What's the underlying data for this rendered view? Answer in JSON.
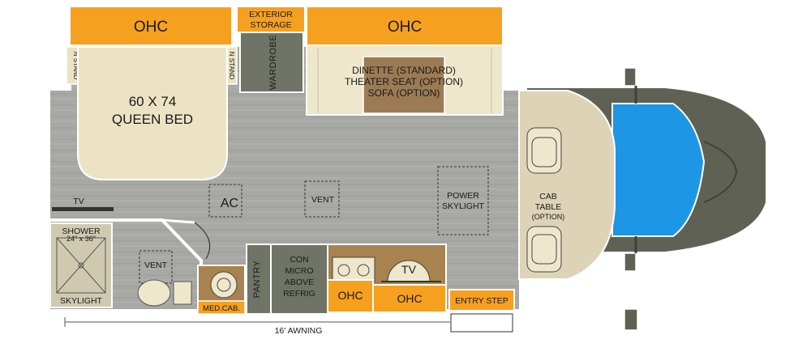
{
  "labels": {
    "ohc_left": "OHC",
    "ohc_right": "OHC",
    "exterior_storage_1": "EXTERIOR",
    "exterior_storage_2": "STORAGE",
    "wardrobe": "WARDROBE",
    "nightstand_left": "N STAND",
    "nightstand_right": "N STAND",
    "bed_size": "60 X 74",
    "bed_name": "QUEEN BED",
    "dinette_1": "DINETTE (STANDARD)",
    "dinette_2": "THEATER SEAT (OPTION)",
    "dinette_3": "SOFA (OPTION)",
    "ac": "AC",
    "vent_center": "VENT",
    "skylight_1": "POWER",
    "skylight_2": "SKYLIGHT",
    "tv_bedroom": "TV",
    "shower_1": "SHOWER",
    "shower_2": "24\" x 36\"",
    "shower_skylight": "SKYLIGHT",
    "vent_bath": "VENT",
    "med_cab": "MED.CAB.",
    "pantry": "PANTRY",
    "micro_1": "CON",
    "micro_2": "MICRO",
    "micro_3": "ABOVE",
    "micro_4": "REFRIG",
    "tv_kitchen": "TV",
    "ohc_kitchen_1": "OHC",
    "ohc_kitchen_2": "OHC",
    "entry_step": "ENTRY STEP",
    "cab_table_1": "CAB",
    "cab_table_2": "TABLE",
    "cab_table_3": "(OPTION)",
    "awning": "16' AWNING"
  },
  "colors": {
    "floor": "#a7a7a3",
    "ohc": "#f6a01f",
    "bed": "#ece3c5",
    "cream": "#efe7cc",
    "wardrobe": "#6f7466",
    "dinette": "#9c7b54",
    "counter": "#a8834f",
    "cab_body": "#5f6154",
    "windshield": "#1e96e6",
    "wall": "#ffffff",
    "dash": "#ddd3b7"
  }
}
